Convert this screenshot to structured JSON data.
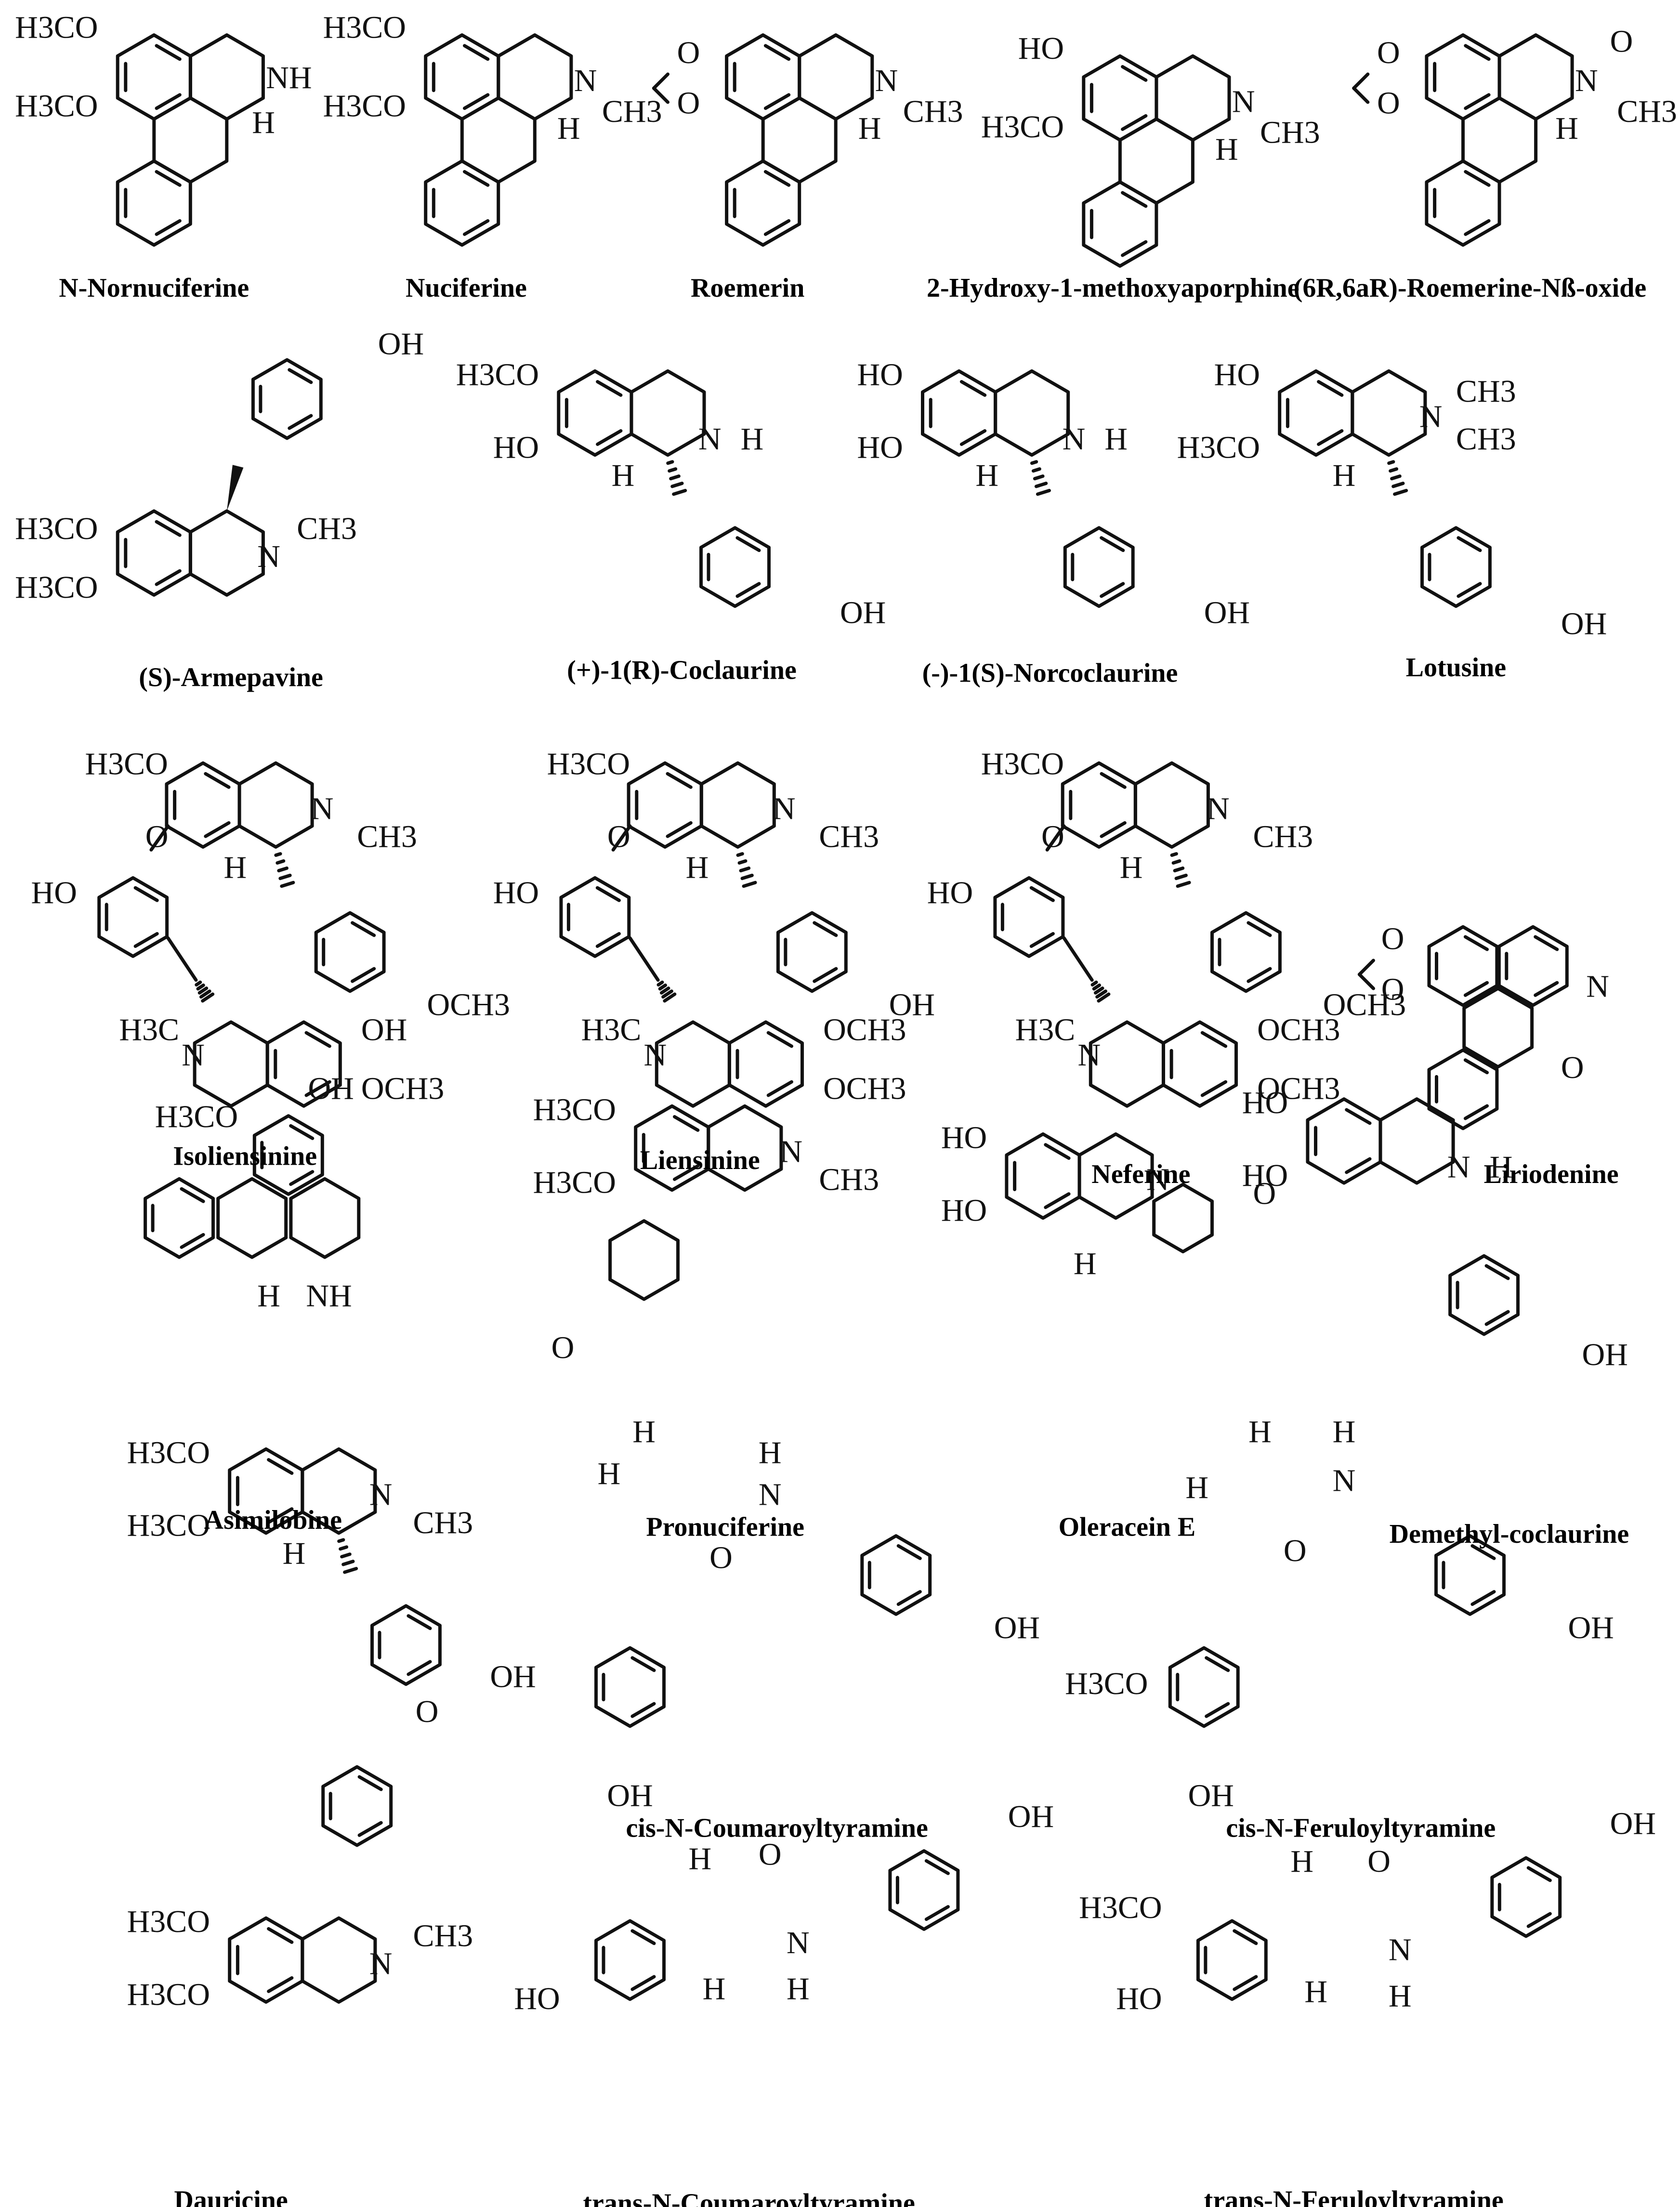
{
  "figure": {
    "compounds": [
      {
        "label": "N-Nornuciferine",
        "substituents": [
          "H3CO",
          "H3CO",
          "NH",
          "H"
        ]
      },
      {
        "label": "Nuciferine",
        "substituents": [
          "H3CO",
          "H3CO",
          "N",
          "CH3",
          "H"
        ]
      },
      {
        "label": "Roemerin",
        "substituents": [
          "O",
          "O",
          "N",
          "CH3",
          "H"
        ]
      },
      {
        "label": "2-Hydroxy-1-methoxyaporphine",
        "substituents": [
          "HO",
          "H3CO",
          "N",
          "CH3",
          "H"
        ]
      },
      {
        "label": "(6R,6aR)-Roemerine-Nß-oxide",
        "substituents": [
          "O",
          "O",
          "N",
          "O",
          "CH3",
          "H"
        ]
      },
      {
        "label": "(S)-Armepavine",
        "substituents": [
          "OH",
          "H3CO",
          "H3CO",
          "N",
          "CH3"
        ]
      },
      {
        "label": "(+)-1(R)-Coclaurine",
        "substituents": [
          "H3CO",
          "HO",
          "N",
          "H",
          "H",
          "OH"
        ]
      },
      {
        "label": "(-)-1(S)-Norcoclaurine",
        "substituents": [
          "HO",
          "HO",
          "N",
          "H",
          "H",
          "OH"
        ]
      },
      {
        "label": "Lotusine",
        "substituents": [
          "HO",
          "H3CO",
          "N",
          "CH3",
          "CH3",
          "H",
          "OH"
        ]
      },
      {
        "label": "Isoliensinine",
        "substituents": [
          "H3CO",
          "O",
          "HO",
          "N",
          "CH3",
          "H",
          "OCH3",
          "H3C",
          "N",
          "OH",
          "OCH3"
        ]
      },
      {
        "label": "Liensinine",
        "substituents": [
          "H3CO",
          "O",
          "HO",
          "N",
          "CH3",
          "H",
          "OH",
          "H3C",
          "N",
          "OCH3",
          "OCH3"
        ]
      },
      {
        "label": "Neferine",
        "substituents": [
          "H3CO",
          "O",
          "HO",
          "N",
          "CH3",
          "H",
          "OCH3",
          "H3C",
          "N",
          "OCH3",
          "OCH3"
        ]
      },
      {
        "label": "Liriodenine",
        "substituents": [
          "O",
          "O",
          "N",
          "O"
        ]
      },
      {
        "label": "Asimilobine",
        "substituents": [
          "OH",
          "H3CO",
          "H",
          "NH"
        ]
      },
      {
        "label": "Pronuciferine",
        "substituents": [
          "H3CO",
          "H3CO",
          "N",
          "CH3",
          "O"
        ]
      },
      {
        "label": "Oleracein E",
        "substituents": [
          "HO",
          "HO",
          "N",
          "O",
          "H"
        ]
      },
      {
        "label": "Demethyl-coclaurine",
        "substituents": [
          "HO",
          "HO",
          "N",
          "H",
          "OH"
        ]
      },
      {
        "label": "Dauricine",
        "substituents": [
          "H3CO",
          "H3CO",
          "N",
          "CH3",
          "H",
          "OH",
          "O",
          "H3CO",
          "H3CO",
          "N",
          "CH3"
        ]
      },
      {
        "label": "cis-N-Coumaroyltyramine",
        "substituents": [
          "H",
          "H",
          "H",
          "N",
          "O",
          "OH",
          "OH"
        ]
      },
      {
        "label": "cis-N-Feruloyltyramine",
        "substituents": [
          "H",
          "H",
          "H",
          "N",
          "O",
          "OH",
          "H3CO",
          "OH"
        ]
      },
      {
        "label": "trans-N-Coumaroyltyramine",
        "substituents": [
          "OH",
          "H",
          "O",
          "HO",
          "H",
          "N",
          "H"
        ]
      },
      {
        "label": "trans-N-Feruloyltyramine",
        "substituents": [
          "OH",
          "H",
          "O",
          "H3CO",
          "N",
          "HO",
          "H",
          "H"
        ]
      }
    ]
  }
}
